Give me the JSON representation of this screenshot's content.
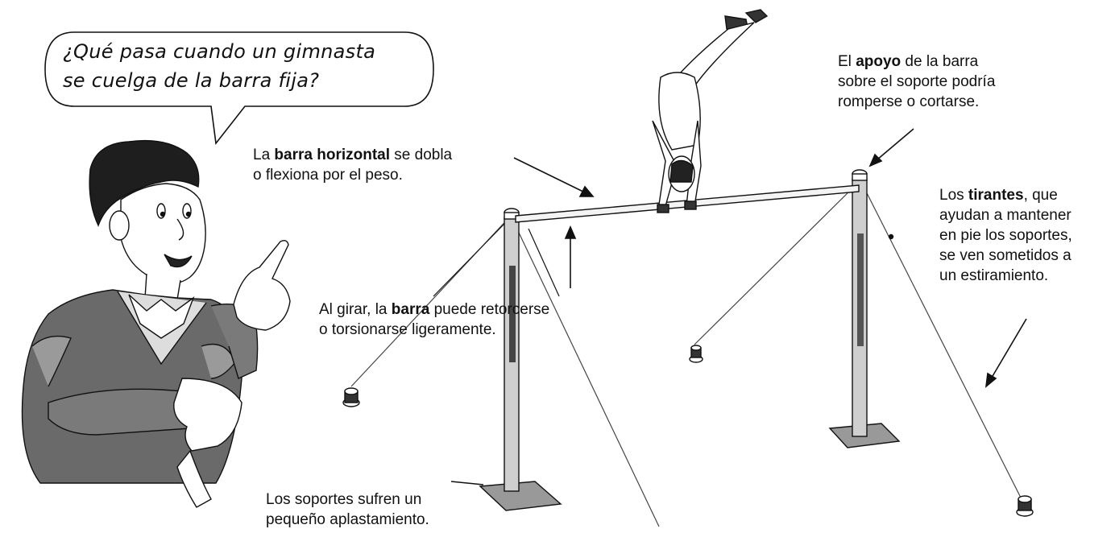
{
  "speech_bubble": {
    "line1": "¿Qué pasa cuando un gimnasta",
    "line2": "se cuelga de la barra fija?"
  },
  "labels": {
    "apoyo": {
      "l1_pre": "El ",
      "l1_bold": "apoyo",
      "l1_post": " de la barra",
      "l2": "sobre el soporte podría",
      "l3": "romperse o cortarse."
    },
    "barra_horizontal": {
      "l1_pre": "La ",
      "l1_bold": "barra horizontal",
      "l1_post": " se dobla",
      "l2": "o flexiona por el peso."
    },
    "tirantes": {
      "l1_pre": "Los ",
      "l1_bold": "tirantes",
      "l1_post": ", que",
      "l2": "ayudan a mantener",
      "l3": "en pie los soportes,",
      "l4": "se ven sometidos a",
      "l5": "un estiramiento."
    },
    "barra_torsion": {
      "l1_pre": "Al girar, la ",
      "l1_bold": "barra",
      "l1_post": " puede retorcerse",
      "l2": "o torsionarse ligeramente."
    },
    "soportes": {
      "l1": "Los soportes sufren un",
      "l2": "pequeño aplastamiento."
    }
  },
  "watermark": "",
  "colors": {
    "ink": "#111111",
    "bar": "#f4f4f4",
    "post_light": "#d9d9d9",
    "post_dark": "#555555"
  }
}
